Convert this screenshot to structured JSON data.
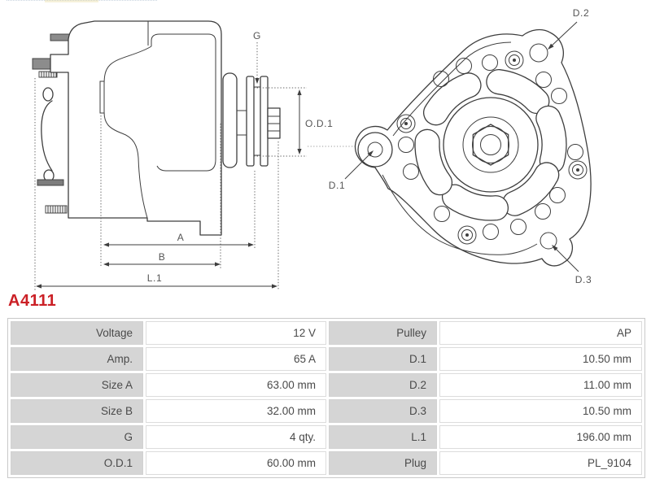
{
  "part_number": "A4111",
  "accent_color": "#cb2026",
  "drawing": {
    "description": "alternator technical drawing, side view and front view",
    "labels": {
      "g": "G",
      "od1": "O.D.1",
      "a": "A",
      "b": "B",
      "l1": "L.1",
      "d1": "D.1",
      "d2": "D.2",
      "d3": "D.3"
    }
  },
  "table": {
    "rows": [
      [
        "Voltage",
        "12 V",
        "Pulley",
        "AP"
      ],
      [
        "Amp.",
        "65 A",
        "D.1",
        "10.50 mm"
      ],
      [
        "Size A",
        "63.00 mm",
        "D.2",
        "11.00 mm"
      ],
      [
        "Size B",
        "32.00 mm",
        "D.3",
        "10.50 mm"
      ],
      [
        "G",
        "4 qty.",
        "L.1",
        "196.00 mm"
      ],
      [
        "O.D.1",
        "60.00 mm",
        "Plug",
        "PL_9104"
      ]
    ]
  }
}
